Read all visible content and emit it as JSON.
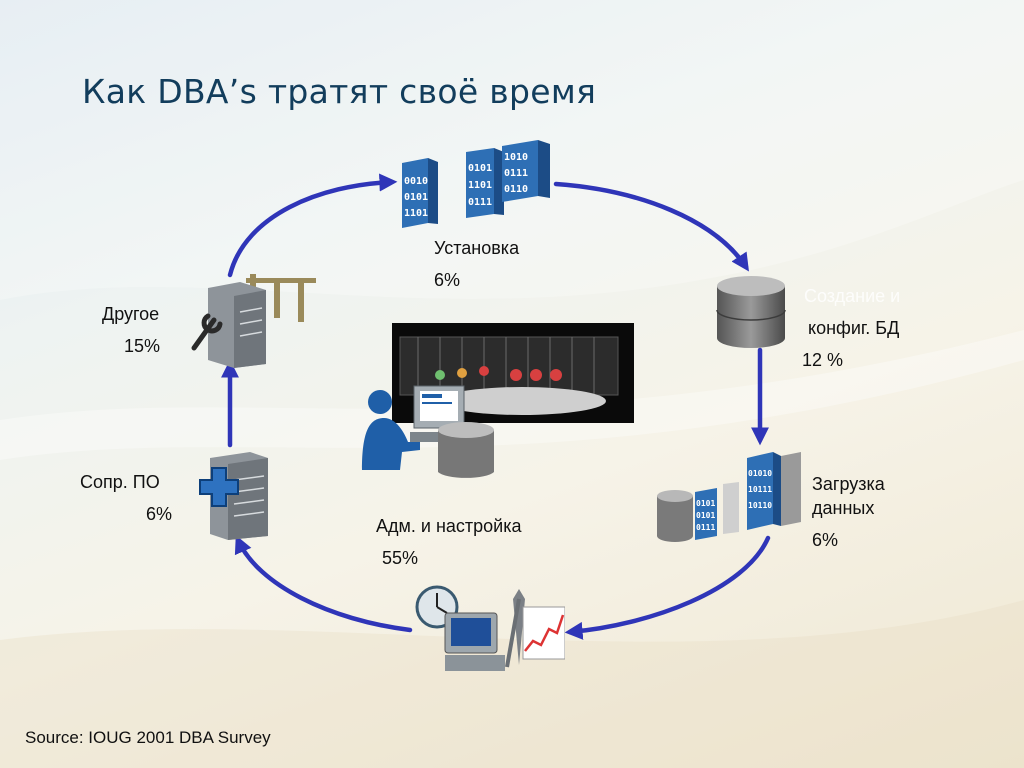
{
  "slide": {
    "title": "Как DBA’s тратят своё время",
    "source": "Source: IOUG 2001 DBA Survey"
  },
  "chart_data": {
    "type": "pie",
    "categories": [
      "Установка",
      "конфиг. БД",
      "Загрузка данных",
      "Адм. и настройка",
      "Сопр. ПО",
      "Другое"
    ],
    "values": [
      6,
      12,
      6,
      55,
      6,
      15
    ],
    "unit": "%"
  },
  "nodes": {
    "install": {
      "line1": "Установка",
      "line2": "6%"
    },
    "config": {
      "ghost": "Создание и",
      "line1": "конфиг. БД",
      "line2": "12 %"
    },
    "load": {
      "line1": "Загрузка",
      "line2": "данных",
      "line3": "6%"
    },
    "admin": {
      "line1": "Адм. и настройка",
      "line2": "55%"
    },
    "support": {
      "line1": "Сопр. ПО",
      "line2": "6%"
    },
    "other": {
      "line1": "Другое",
      "line2": "15%"
    }
  },
  "icons": [
    "binary-servers-icon",
    "database-icon",
    "data-load-servers-icon",
    "admin-tools-icon",
    "server-plus-icon",
    "server-wrench-icon",
    "user-console-icon",
    "data-center-icon"
  ],
  "colors": {
    "arrow": "#2f35b8",
    "title": "#123d5c",
    "server": "#2e6fb5",
    "db": "#6e6e6e"
  }
}
